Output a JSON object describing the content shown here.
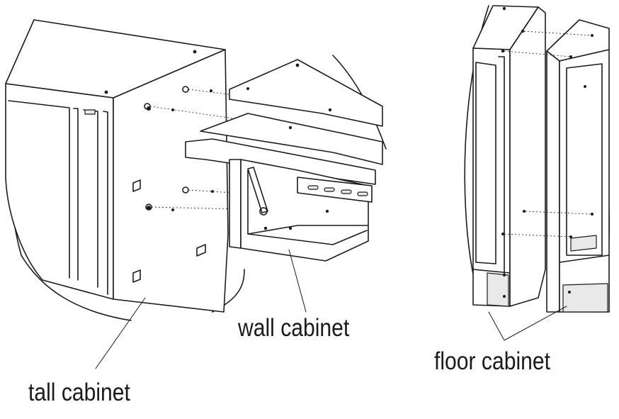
{
  "labels": {
    "tall_cabinet": "tall cabinet",
    "wall_cabinet": "wall cabinet",
    "floor_cabinet": "floor cabinet"
  }
}
